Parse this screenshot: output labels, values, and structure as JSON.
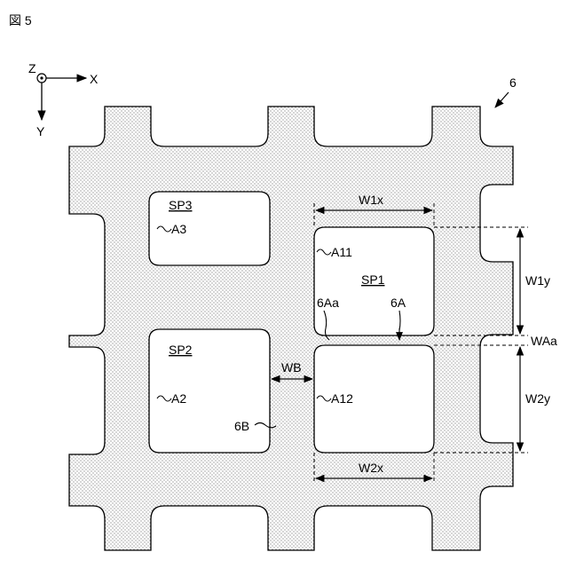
{
  "figure": {
    "title": "図 5",
    "reference": "6"
  },
  "axes": {
    "z": "Z",
    "x": "X",
    "y": "Y"
  },
  "openings": {
    "sp1": {
      "name": "SP1",
      "edge_a": "A11",
      "edge_b": "A12"
    },
    "sp2": {
      "name": "SP2",
      "edge": "A2"
    },
    "sp3": {
      "name": "SP3",
      "edge": "A3"
    }
  },
  "dimensions": {
    "w1x": "W1x",
    "w1y": "W1y",
    "w2x": "W2x",
    "w2y": "W2y",
    "waa": "WAa",
    "wb": "WB"
  },
  "parts": {
    "p6a": "6A",
    "p6aa": "6Aa",
    "p6b": "6B"
  }
}
